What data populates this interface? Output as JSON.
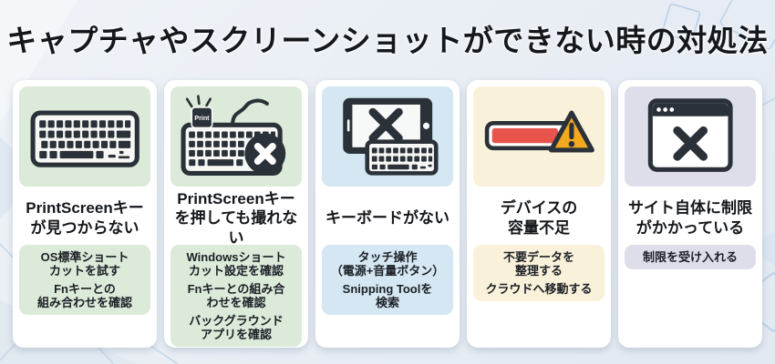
{
  "title": "キャプチャやスクリーンショットができない時の対処法",
  "palette": {
    "page_bg": "#e8edf4",
    "card_bg": "#ffffff",
    "ink": "#14171b",
    "icon_dark": "#2b3138",
    "alert_red": "#e8544c",
    "warning_orange": "#f3a81f",
    "deco_line": "#c6d7e8",
    "green": "#dcead9",
    "blue": "#d4e7f2",
    "cream": "#faf1da",
    "lavender": "#dedeeb"
  },
  "cards": [
    {
      "id": "printscreen-missing",
      "icon": "keyboard-icon",
      "icon_bg": "#dcead9",
      "box_bg": "#dcead9",
      "title": "PrintScreenキー\nが見つからない",
      "solutions": [
        "OS標準ショート\nカットを試す",
        "Fnキーとの\n組み合わせを確認"
      ]
    },
    {
      "id": "printscreen-not-working",
      "icon": "keyboard-error-icon",
      "icon_bg": "#dcead9",
      "box_bg": "#dcead9",
      "title": "PrintScreenキー\nを押しても撮れない",
      "solutions": [
        "Windowsショート\nカット設定を確認",
        "Fnキーとの組み合\nわせを確認",
        "バックグラウンド\nアプリを確認"
      ]
    },
    {
      "id": "no-keyboard",
      "icon": "tablet-keyboard-icon",
      "icon_bg": "#d4e7f2",
      "box_bg": "#d4e7f2",
      "title": "キーボードがない",
      "solutions": [
        "タッチ操作\n（電源+音量ボタン）",
        "Snipping Toolを\n検索"
      ]
    },
    {
      "id": "storage-full",
      "icon": "storage-warning-icon",
      "icon_bg": "#faf1da",
      "box_bg": "#faf1da",
      "title": "デバイスの\n容量不足",
      "solutions": [
        "不要データを\n整理する",
        "クラウドへ移動する"
      ]
    },
    {
      "id": "site-restricted",
      "icon": "browser-blocked-icon",
      "icon_bg": "#dedeeb",
      "box_bg": "#dedeeb",
      "title": "サイト自体に制限\nがかかっている",
      "solutions": [
        "制限を受け入れる"
      ]
    }
  ]
}
